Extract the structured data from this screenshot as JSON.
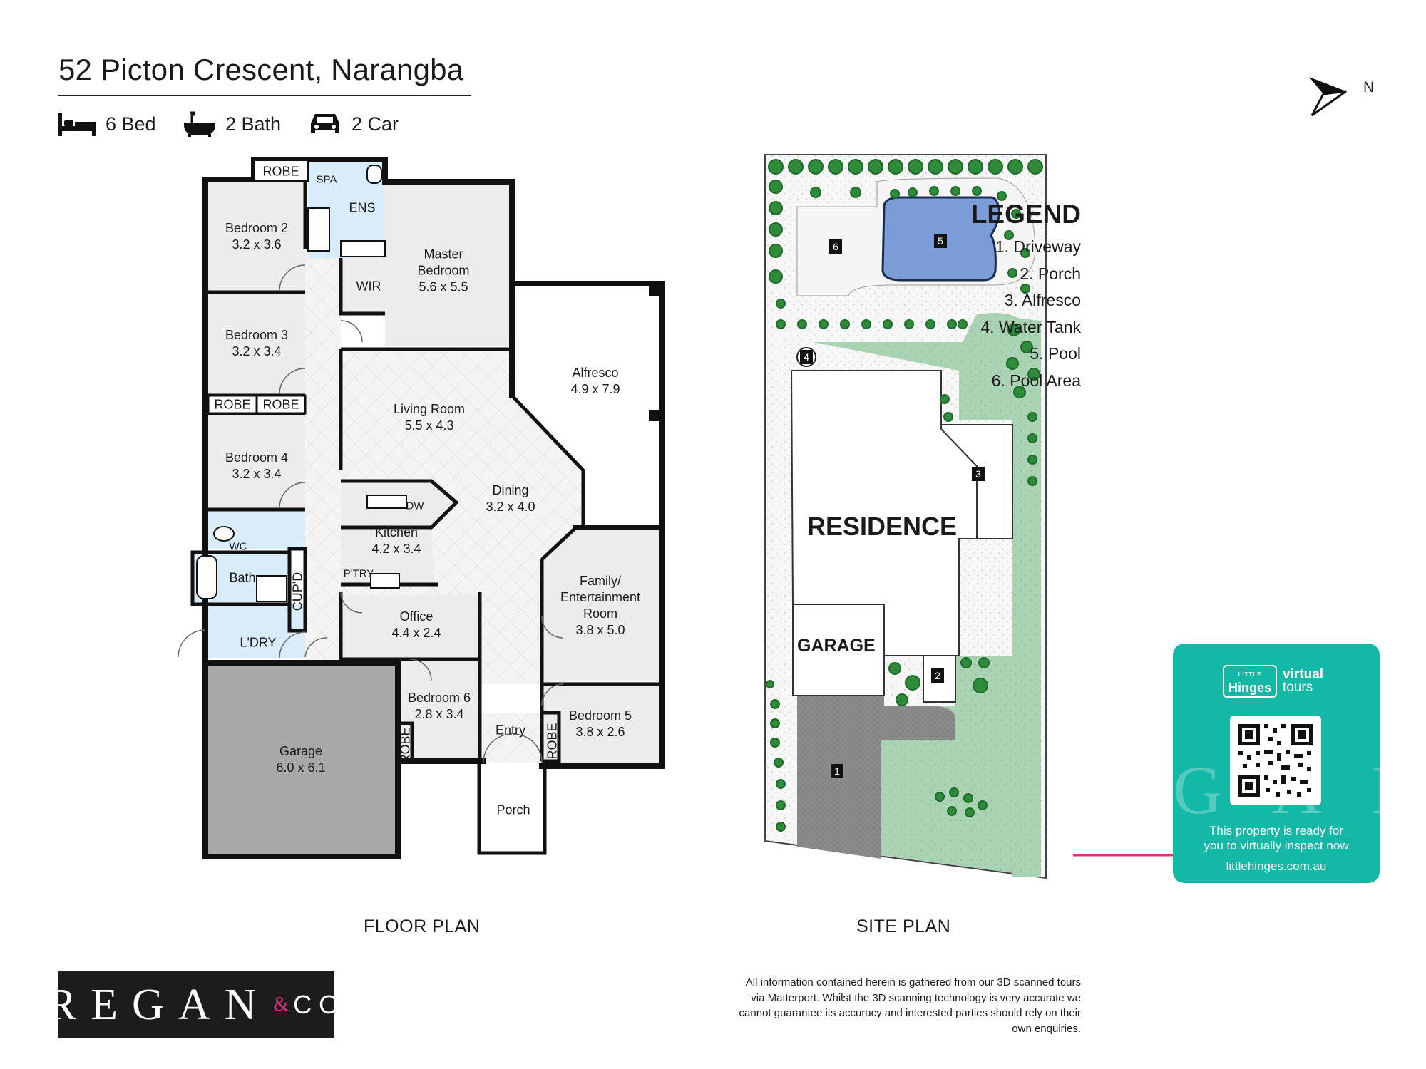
{
  "header": {
    "address": "52 Picton Crescent, Narangba",
    "features": [
      {
        "icon": "bed-icon",
        "label": "6 Bed"
      },
      {
        "icon": "bath-icon",
        "label": "2 Bath"
      },
      {
        "icon": "car-icon",
        "label": "2 Car"
      }
    ]
  },
  "compass": {
    "label": "N"
  },
  "floor_plan": {
    "label": "FLOOR PLAN",
    "rooms": [
      {
        "name": "Bedroom 2",
        "size": "3.2 x 3.6"
      },
      {
        "name": "Bedroom 3",
        "size": "3.2 x 3.4"
      },
      {
        "name": "Bedroom 4",
        "size": "3.2 x 3.4"
      },
      {
        "name": "Master\nBedroom",
        "size": "5.6 x 5.5"
      },
      {
        "name": "Alfresco",
        "size": "4.9 x 7.9"
      },
      {
        "name": "Living Room",
        "size": "5.5 x 4.3"
      },
      {
        "name": "Dining",
        "size": "3.2 x 4.0"
      },
      {
        "name": "Kitchen",
        "size": "4.2 x 3.4"
      },
      {
        "name": "Family/\nEntertainment\nRoom",
        "size": "3.8 x 5.0"
      },
      {
        "name": "Office",
        "size": "4.4 x 2.4"
      },
      {
        "name": "Bedroom 6",
        "size": "2.8 x 3.4"
      },
      {
        "name": "Bedroom 5",
        "size": "3.8 x 2.6"
      },
      {
        "name": "Garage",
        "size": "6.0 x 6.1"
      }
    ],
    "small_labels": {
      "robe": "ROBE",
      "spa": "SPA",
      "ens": "ENS",
      "wir": "WIR",
      "dw": "DW",
      "ptry": "P'TRY",
      "wc": "WC",
      "bath": "Bath",
      "cupd": "CUP'D",
      "ldry": "L'DRY",
      "entry": "Entry",
      "porch": "Porch"
    }
  },
  "site_plan": {
    "label": "SITE PLAN",
    "residence": "RESIDENCE",
    "garage": "GARAGE",
    "markers": [
      "1",
      "2",
      "3",
      "4",
      "5",
      "6"
    ]
  },
  "legend": {
    "title": "LEGEND",
    "items": [
      "1. Driveway",
      "2. Porch",
      "3. Alfresco",
      "4. Water Tank",
      "5. Pool",
      "6. Pool Area"
    ]
  },
  "virtual_tour": {
    "little": "LITTLE",
    "hinges": "Hinges",
    "virtual": "virtual",
    "tours": "tours",
    "ready_line1": "This property is ready for",
    "ready_line2": "you to virtually inspect now",
    "url": "littlehinges.com.au",
    "watermark": "GAN"
  },
  "agency": {
    "name": "REGAN",
    "amp": "&",
    "suffix": "CO"
  },
  "disclaimer": "All information contained herein is gathered from our 3D scanned tours via Matterport. Whilst the 3D scanning technology is very accurate we cannot guarantee its accuracy and interested parties should rely on their own enquiries.",
  "colors": {
    "teal": "#14b8a6",
    "pink": "#e0307e",
    "pool": "#7b9cd6",
    "lawn": "#a9d3b3",
    "garage_floor": "#a8a8a8",
    "room_fill": "#ececec",
    "wet_area": "#d9ecfa",
    "driveway": "#8a8a8a",
    "shrub": "#2e8b3a"
  }
}
